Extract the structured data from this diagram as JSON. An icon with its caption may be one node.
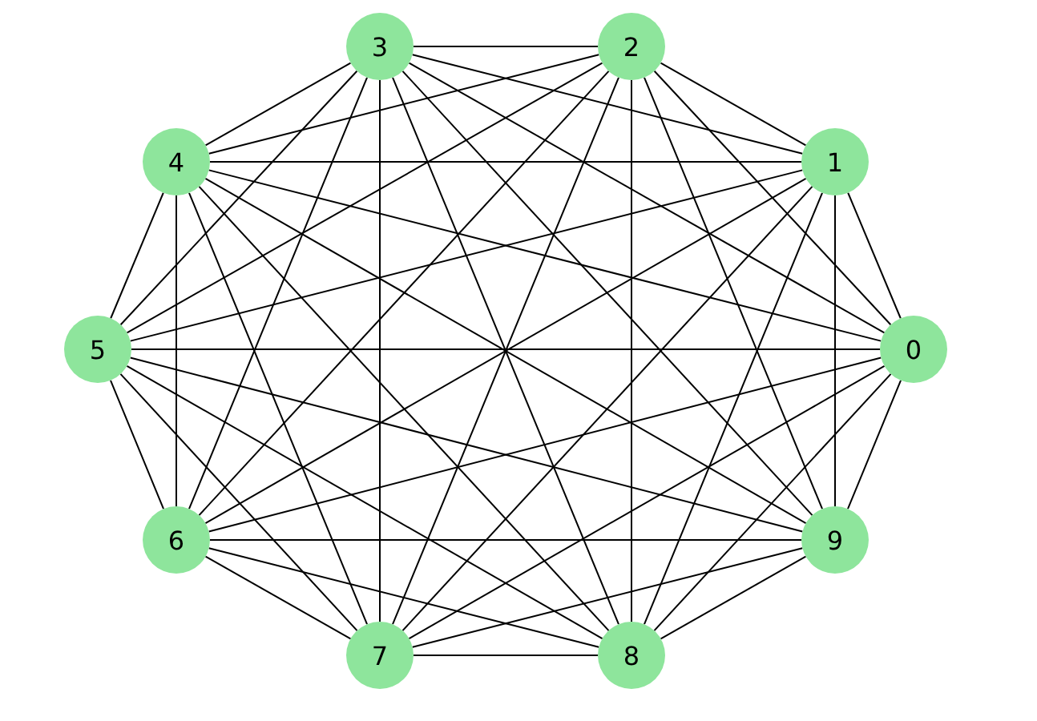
{
  "diagram": {
    "nodes": [
      {
        "text": [
          "0"
        ]
      },
      {
        "text": [
          "1"
        ]
      },
      {
        "text": [
          "2"
        ]
      },
      {
        "text": [
          "3"
        ]
      },
      {
        "text": [
          "4"
        ]
      },
      {
        "text": [
          "5"
        ]
      },
      {
        "text": [
          "6"
        ]
      },
      {
        "text": [
          "7"
        ]
      },
      {
        "text": [
          "8"
        ]
      },
      {
        "text": [
          "9"
        ]
      }
    ],
    "edges": [
      {
        "from": 0,
        "to": 1,
        "arrow": "none"
      },
      {
        "from": 0,
        "to": 2,
        "arrow": "none"
      },
      {
        "from": 0,
        "to": 3,
        "arrow": "none"
      },
      {
        "from": 0,
        "to": 4,
        "arrow": "none"
      },
      {
        "from": 0,
        "to": 5,
        "arrow": "none"
      },
      {
        "from": 0,
        "to": 6,
        "arrow": "none"
      },
      {
        "from": 0,
        "to": 7,
        "arrow": "none"
      },
      {
        "from": 0,
        "to": 8,
        "arrow": "none"
      },
      {
        "from": 0,
        "to": 9,
        "arrow": "none"
      },
      {
        "from": 1,
        "to": 2,
        "arrow": "none"
      },
      {
        "from": 1,
        "to": 3,
        "arrow": "none"
      },
      {
        "from": 1,
        "to": 4,
        "arrow": "none"
      },
      {
        "from": 1,
        "to": 5,
        "arrow": "none"
      },
      {
        "from": 1,
        "to": 6,
        "arrow": "none"
      },
      {
        "from": 1,
        "to": 7,
        "arrow": "none"
      },
      {
        "from": 1,
        "to": 8,
        "arrow": "none"
      },
      {
        "from": 1,
        "to": 9,
        "arrow": "none"
      },
      {
        "from": 2,
        "to": 3,
        "arrow": "none"
      },
      {
        "from": 2,
        "to": 4,
        "arrow": "none"
      },
      {
        "from": 2,
        "to": 5,
        "arrow": "none"
      },
      {
        "from": 2,
        "to": 6,
        "arrow": "none"
      },
      {
        "from": 2,
        "to": 7,
        "arrow": "none"
      },
      {
        "from": 2,
        "to": 8,
        "arrow": "none"
      },
      {
        "from": 2,
        "to": 9,
        "arrow": "none"
      },
      {
        "from": 3,
        "to": 4,
        "arrow": "none"
      },
      {
        "from": 3,
        "to": 5,
        "arrow": "none"
      },
      {
        "from": 3,
        "to": 6,
        "arrow": "none"
      },
      {
        "from": 3,
        "to": 7,
        "arrow": "none"
      },
      {
        "from": 3,
        "to": 8,
        "arrow": "none"
      },
      {
        "from": 3,
        "to": 9,
        "arrow": "none"
      },
      {
        "from": 4,
        "to": 5,
        "arrow": "none"
      },
      {
        "from": 4,
        "to": 6,
        "arrow": "none"
      },
      {
        "from": 4,
        "to": 7,
        "arrow": "none"
      },
      {
        "from": 4,
        "to": 8,
        "arrow": "none"
      },
      {
        "from": 4,
        "to": 9,
        "arrow": "none"
      },
      {
        "from": 5,
        "to": 6,
        "arrow": "none"
      },
      {
        "from": 5,
        "to": 7,
        "arrow": "none"
      },
      {
        "from": 5,
        "to": 8,
        "arrow": "none"
      },
      {
        "from": 5,
        "to": 9,
        "arrow": "none"
      },
      {
        "from": 6,
        "to": 7,
        "arrow": "none"
      },
      {
        "from": 6,
        "to": 8,
        "arrow": "none"
      },
      {
        "from": 6,
        "to": 9,
        "arrow": "none"
      },
      {
        "from": 7,
        "to": 8,
        "arrow": "none"
      },
      {
        "from": 7,
        "to": 9,
        "arrow": "none"
      },
      {
        "from": 8,
        "to": 9,
        "arrow": "none"
      }
    ]
  }
}
